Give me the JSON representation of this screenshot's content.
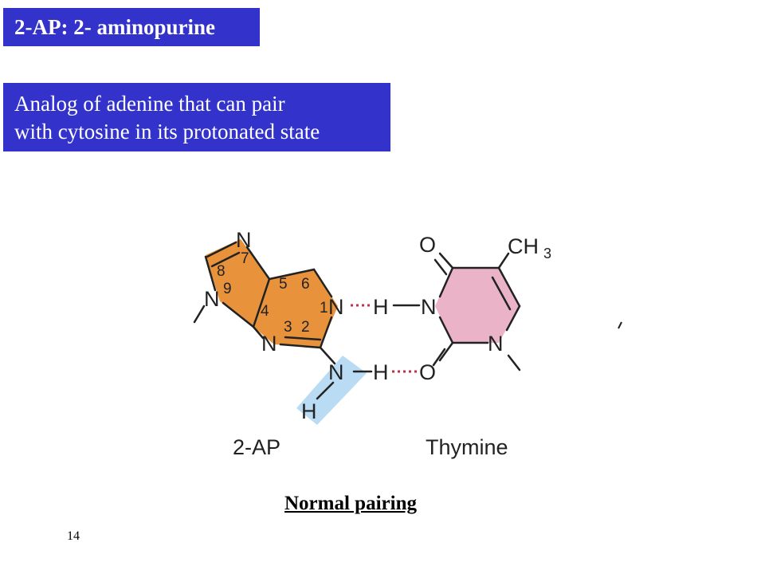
{
  "slide": {
    "title": "2-AP: 2- aminopurine",
    "subtitle_lines": [
      "Analog of adenine that can pair",
      "with cytosine in its protonated state"
    ],
    "caption": "Normal pairing",
    "page_number": "14"
  },
  "diagram": {
    "left_molecule": {
      "name": "2-AP",
      "fill_color": "#e8923c",
      "highlight_color": "#b9dcf4",
      "atoms": {
        "n7": "N",
        "n9": "N",
        "n1": "N",
        "n3": "N",
        "amine_n": "N",
        "amine_h1": "H",
        "amine_h2": "H"
      },
      "ring_numbers": {
        "p1": "1",
        "p2": "2",
        "p3": "3",
        "p4": "4",
        "p5": "5",
        "p6": "6",
        "p7": "7",
        "p8": "8",
        "p9": "9"
      }
    },
    "right_molecule": {
      "name": "Thymine",
      "fill_color": "#eab3c8",
      "atoms": {
        "o4": "O",
        "methyl_c": "CH",
        "methyl_sub": "3",
        "h3_h": "H",
        "n3": "N",
        "n1": "N",
        "o2": "O"
      }
    },
    "hydrogen_bond_color": "#c0314a"
  }
}
